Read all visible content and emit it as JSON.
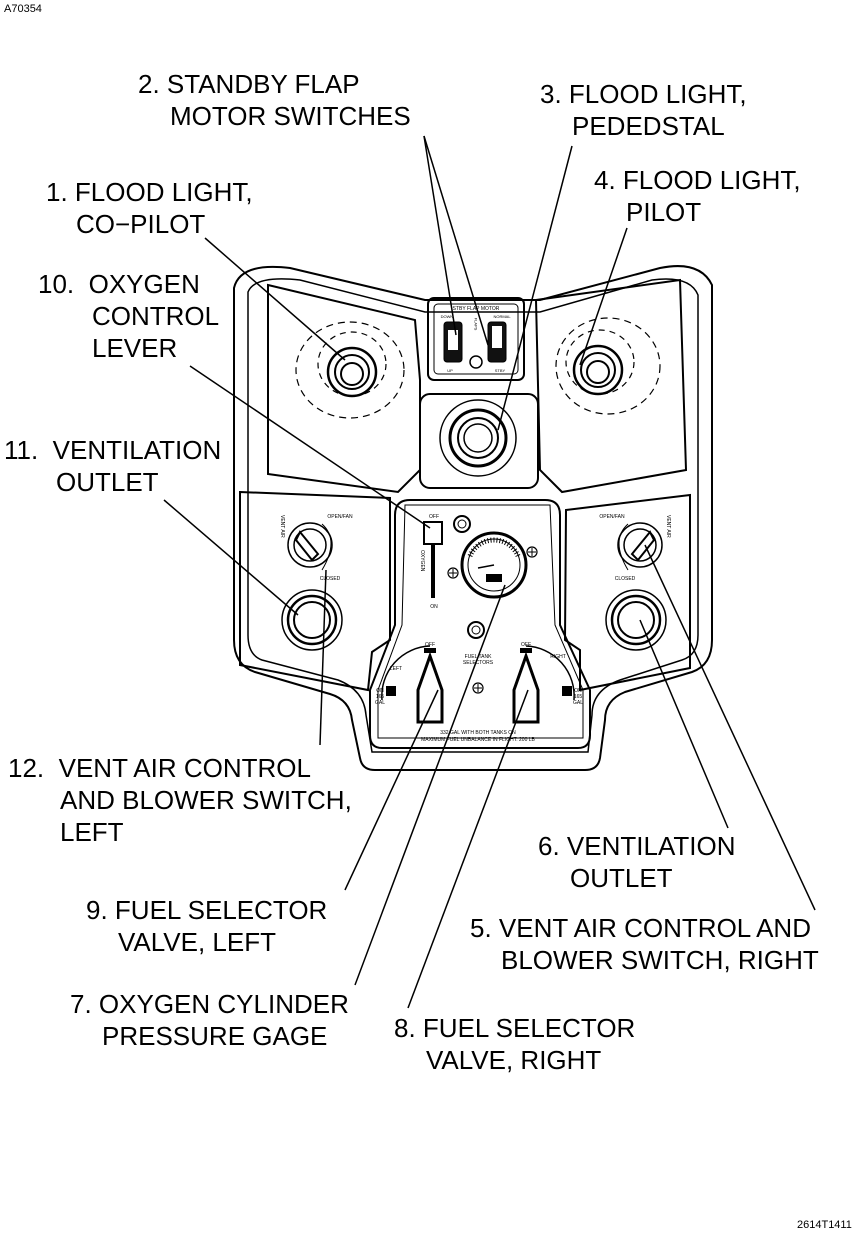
{
  "figure_id": "A70354",
  "sheet_ref": "2614T1411",
  "callouts": [
    {
      "num": "1.",
      "line1": "FLOOD LIGHT,",
      "line2": "CO−PILOT"
    },
    {
      "num": "2.",
      "line1": "STANDBY FLAP",
      "line2": "MOTOR SWITCHES"
    },
    {
      "num": "3.",
      "line1": "FLOOD LIGHT,",
      "line2": "PEDEDSTAL"
    },
    {
      "num": "4.",
      "line1": "FLOOD LIGHT,",
      "line2": "PILOT"
    },
    {
      "num": "5.",
      "line1": "VENT AIR CONTROL AND",
      "line2": "BLOWER SWITCH, RIGHT"
    },
    {
      "num": "6.",
      "line1": "VENTILATION",
      "line2": "OUTLET"
    },
    {
      "num": "7.",
      "line1": "OXYGEN CYLINDER",
      "line2": "PRESSURE GAGE"
    },
    {
      "num": "8.",
      "line1": "FUEL SELECTOR",
      "line2": "VALVE, RIGHT"
    },
    {
      "num": "9.",
      "line1": "FUEL SELECTOR",
      "line2": "VALVE, LEFT"
    },
    {
      "num": "10.",
      "line1": "OXYGEN",
      "line2": "CONTROL",
      "line3": "LEVER"
    },
    {
      "num": "11.",
      "line1": "VENTILATION",
      "line2": "OUTLET"
    },
    {
      "num": "12.",
      "line1": "VENT AIR CONTROL",
      "line2": "AND BLOWER SWITCH,",
      "line3": "LEFT"
    }
  ],
  "panel_labels": {
    "stby_flap_motor": "STBY FLAP MOTOR",
    "down": "DOWN",
    "normal": "NORMAL",
    "up": "UP",
    "stby": "STBY",
    "flaps_vertical": "FLAPS",
    "vent_air_vertical": "VENT AIR",
    "open_fan": "OPEN/FAN",
    "closed": "CLOSED",
    "off": "OFF",
    "oxygen_vertical": "OXYGEN",
    "on": "ON",
    "fuel_tank_selectors_1": "FUEL TANK",
    "fuel_tank_selectors_2": "SELECTORS",
    "left": "LEFT",
    "right": "RIGHT",
    "on_gal_1": "ON",
    "on_gal_2": "165",
    "on_gal_3": "GAL",
    "bottom_note_1": "332 GAL WITH BOTH TANKS ON",
    "bottom_note_2": "MAXIMUM FUEL UNBALANCE IN FLIGHT: 200 LB"
  }
}
